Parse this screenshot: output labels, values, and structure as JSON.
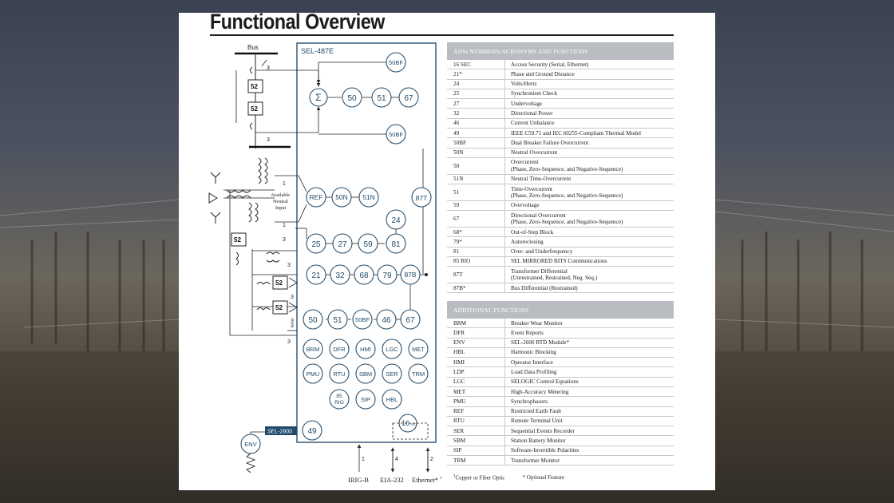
{
  "page": {
    "title": "Functional Overview"
  },
  "diagram": {
    "bus_label": "Bus",
    "relay_label": "SEL-487E",
    "neutral_input_label": [
      "Available",
      "Neutral",
      "Input"
    ],
    "sel2800_label": "SEL-2800",
    "env_label": "ENV",
    "breaker_label": "52",
    "sum_symbol": "Σ",
    "ct_counts": {
      "three": "3",
      "one": "1",
      "two": "2",
      "four": "4"
    },
    "functions": {
      "bf_top": "50BF",
      "f50": "50",
      "f51": "51",
      "f67": "67",
      "bf_mid": "50BF",
      "ref": "REF",
      "f50n": "50N",
      "f51n": "51N",
      "f87t": "87T",
      "f24": "24",
      "f25": "25",
      "f27": "27",
      "f59": "59",
      "f81": "81",
      "f21": "21",
      "f32": "32",
      "f68": "68",
      "f79": "79",
      "f87b": "87B",
      "b50": "50",
      "b51": "51",
      "b50bf": "50BF",
      "b46": "46",
      "b67": "67",
      "brm": "BRM",
      "dfr": "DFR",
      "hmi": "HMI",
      "lgc": "LGC",
      "met": "MET",
      "pmu": "PMU",
      "rtu": "RTU",
      "sbm": "SBM",
      "ser": "SER",
      "trm": "TRM",
      "rio_top": "85",
      "rio_bottom": "RIO",
      "sip": "SIP",
      "hbl": "HBL",
      "f49": "49",
      "f16": "16",
      "f16_frac": "SEC"
    },
    "ports": {
      "irig": "IRIG-B",
      "eia": "EIA-232",
      "ethernet": "Ethernet*",
      "ethernet_sup": "1"
    }
  },
  "ansi_table": {
    "header": "ANSI NUMBERS/ACRONYMS AND FUNCTIONS",
    "rows": [
      {
        "code": "16 SEC",
        "fn": "Access Security (Serial, Ethernet)"
      },
      {
        "code": "21*",
        "fn": "Phase and Ground Distance"
      },
      {
        "code": "24",
        "fn": "Volts/Hertz"
      },
      {
        "code": "25",
        "fn": "Synchronism Check"
      },
      {
        "code": "27",
        "fn": "Undervoltage"
      },
      {
        "code": "32",
        "fn": "Directional Power"
      },
      {
        "code": "46",
        "fn": "Current Unbalance"
      },
      {
        "code": "49",
        "fn": "IEEE C59.71 and IEC 60255-Compliant Thermal Model"
      },
      {
        "code": "50BF",
        "fn": "Dual Breaker Failure Overcurrent"
      },
      {
        "code": "50N",
        "fn": "Neutral Overcurrent"
      },
      {
        "code": "50",
        "fn": "Overcurrent",
        "fn2": "(Phase, Zero-Sequence, and Negative-Sequence)"
      },
      {
        "code": "51N",
        "fn": "Neutral Time-Overcurrent"
      },
      {
        "code": "51",
        "fn": "Time-Overcurrent",
        "fn2": "(Phase, Zero-Sequence, and Negative-Sequence)"
      },
      {
        "code": "59",
        "fn": "Overvoltage"
      },
      {
        "code": "67",
        "fn": "Directional Overcurrent",
        "fn2": "(Phase, Zero-Sequence, and Negative-Sequence)"
      },
      {
        "code": "68*",
        "fn": "Out-of-Step Block"
      },
      {
        "code": "79*",
        "fn": "Autoreclosing"
      },
      {
        "code": "81",
        "fn": "Over- and Underfrequency"
      },
      {
        "code": "85 RIO",
        "fn": "SEL MIRRORED BITS Communications"
      },
      {
        "code": "87T",
        "fn": "Transformer Differential",
        "fn2": "(Unrestrained, Restrained, Neg. Seq.)"
      },
      {
        "code": "87B*",
        "fn": "Bus Differential (Restrained)"
      }
    ]
  },
  "additional_table": {
    "header": "ADDITIONAL FUNCTIONS",
    "rows": [
      {
        "code": "BRM",
        "fn": "Breaker Wear Monitor"
      },
      {
        "code": "DFR",
        "fn": "Event Reports"
      },
      {
        "code": "ENV",
        "fn": "SEL-2600 RTD Module*"
      },
      {
        "code": "HBL",
        "fn": "Harmonic Blocking"
      },
      {
        "code": "HMI",
        "fn": "Operator Interface"
      },
      {
        "code": "LDP",
        "fn": "Load Data Profiling"
      },
      {
        "code": "LGC",
        "fn": "SELOGIC Control Equations"
      },
      {
        "code": "MET",
        "fn": "High-Accuracy Metering"
      },
      {
        "code": "PMU",
        "fn": "Synchrophasors"
      },
      {
        "code": "REF",
        "fn": "Restricted Earth Fault"
      },
      {
        "code": "RTU",
        "fn": "Remote Terminal Unit"
      },
      {
        "code": "SER",
        "fn": "Sequential Events Recorder"
      },
      {
        "code": "SBM",
        "fn": "Station Battery Monitor"
      },
      {
        "code": "SIP",
        "fn": "Software-Invertible Polarities"
      },
      {
        "code": "TRM",
        "fn": "Transformer Monitor"
      }
    ]
  },
  "footnotes": {
    "sup": "1",
    "copper": "Copper or Fiber Optic",
    "optional": "* Optional Feature"
  }
}
